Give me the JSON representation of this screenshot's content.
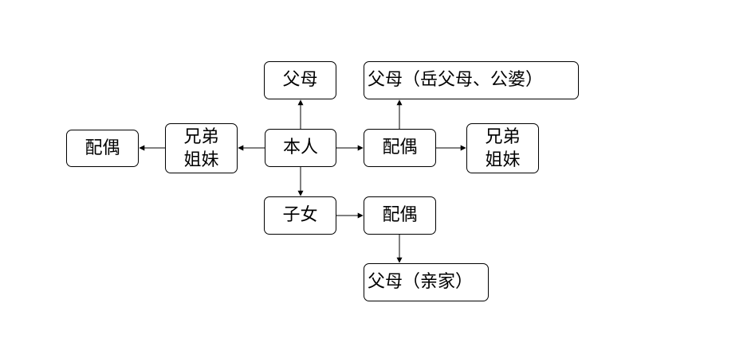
{
  "diagram": {
    "nodes": {
      "self": {
        "text": "本人"
      },
      "parents_self": {
        "text": "父母"
      },
      "parents_in_law": {
        "text": "父母（岳父母、公婆）"
      },
      "siblings_left": {
        "line1": "兄弟",
        "line2": "姐妹"
      },
      "spouse_left": {
        "text": "配偶"
      },
      "spouse_right": {
        "text": "配偶"
      },
      "siblings_right": {
        "line1": "兄弟",
        "line2": "姐妹"
      },
      "children": {
        "text": "子女"
      },
      "child_spouse": {
        "text": "配偶"
      },
      "child_spouse_parents": {
        "text": "父母（亲家）"
      }
    },
    "edges": [
      {
        "from": "self",
        "to": "parents_self"
      },
      {
        "from": "self",
        "to": "siblings_left"
      },
      {
        "from": "siblings_left",
        "to": "spouse_left"
      },
      {
        "from": "self",
        "to": "spouse_right"
      },
      {
        "from": "spouse_right",
        "to": "parents_in_law"
      },
      {
        "from": "spouse_right",
        "to": "siblings_right"
      },
      {
        "from": "self",
        "to": "children"
      },
      {
        "from": "children",
        "to": "child_spouse"
      },
      {
        "from": "child_spouse",
        "to": "child_spouse_parents"
      }
    ],
    "colors": {
      "stroke": "#000000",
      "fill": "#ffffff",
      "text": "#000000"
    }
  }
}
